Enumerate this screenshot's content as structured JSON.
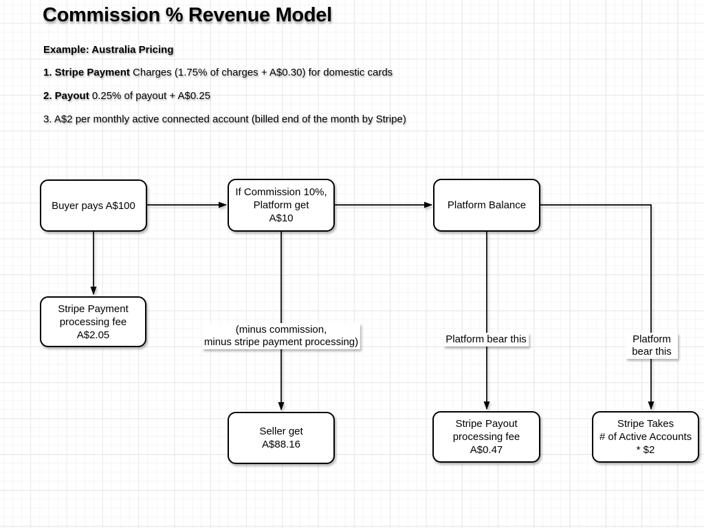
{
  "page": {
    "title": "Commission % Revenue Model",
    "subtitle": "Example: Australia Pricing",
    "notes": [
      {
        "bold": "1. Stripe Payment",
        "rest": " Charges (1.75% of charges + A$0.30) for domestic cards"
      },
      {
        "bold": "2. Payout",
        "rest": " 0.25% of payout + A$0.25"
      },
      {
        "bold": "",
        "rest": "3. A$2 per monthly active connected account (billed end of the month by Stripe)"
      }
    ]
  },
  "diagram": {
    "nodes": {
      "buyer": {
        "label": "Buyer pays A$100"
      },
      "commission": {
        "label": "If Commission 10%,\nPlatform get\nA$10"
      },
      "platform_balance": {
        "label": "Platform Balance"
      },
      "stripe_payment_fee": {
        "label": "Stripe Payment\nprocessing fee\nA$2.05"
      },
      "seller_get": {
        "label": "Seller get\nA$88.16"
      },
      "stripe_payout_fee": {
        "label": "Stripe Payout\nprocessing fee\nA$0.47"
      },
      "stripe_takes": {
        "label": "Stripe Takes\n# of  Active Accounts\n* $2"
      }
    },
    "edge_labels": {
      "minus": "(minus commission,\nminus stripe payment processing)",
      "bear_left": "Platform bear this",
      "bear_right": "Platform bear this"
    },
    "colors": {
      "node_fill": "#ffffff",
      "stroke": "#000000",
      "text": "#000000",
      "grid_minor": "#f4f4f6",
      "grid_major": "#e9e9ec",
      "background": "#ffffff"
    }
  }
}
